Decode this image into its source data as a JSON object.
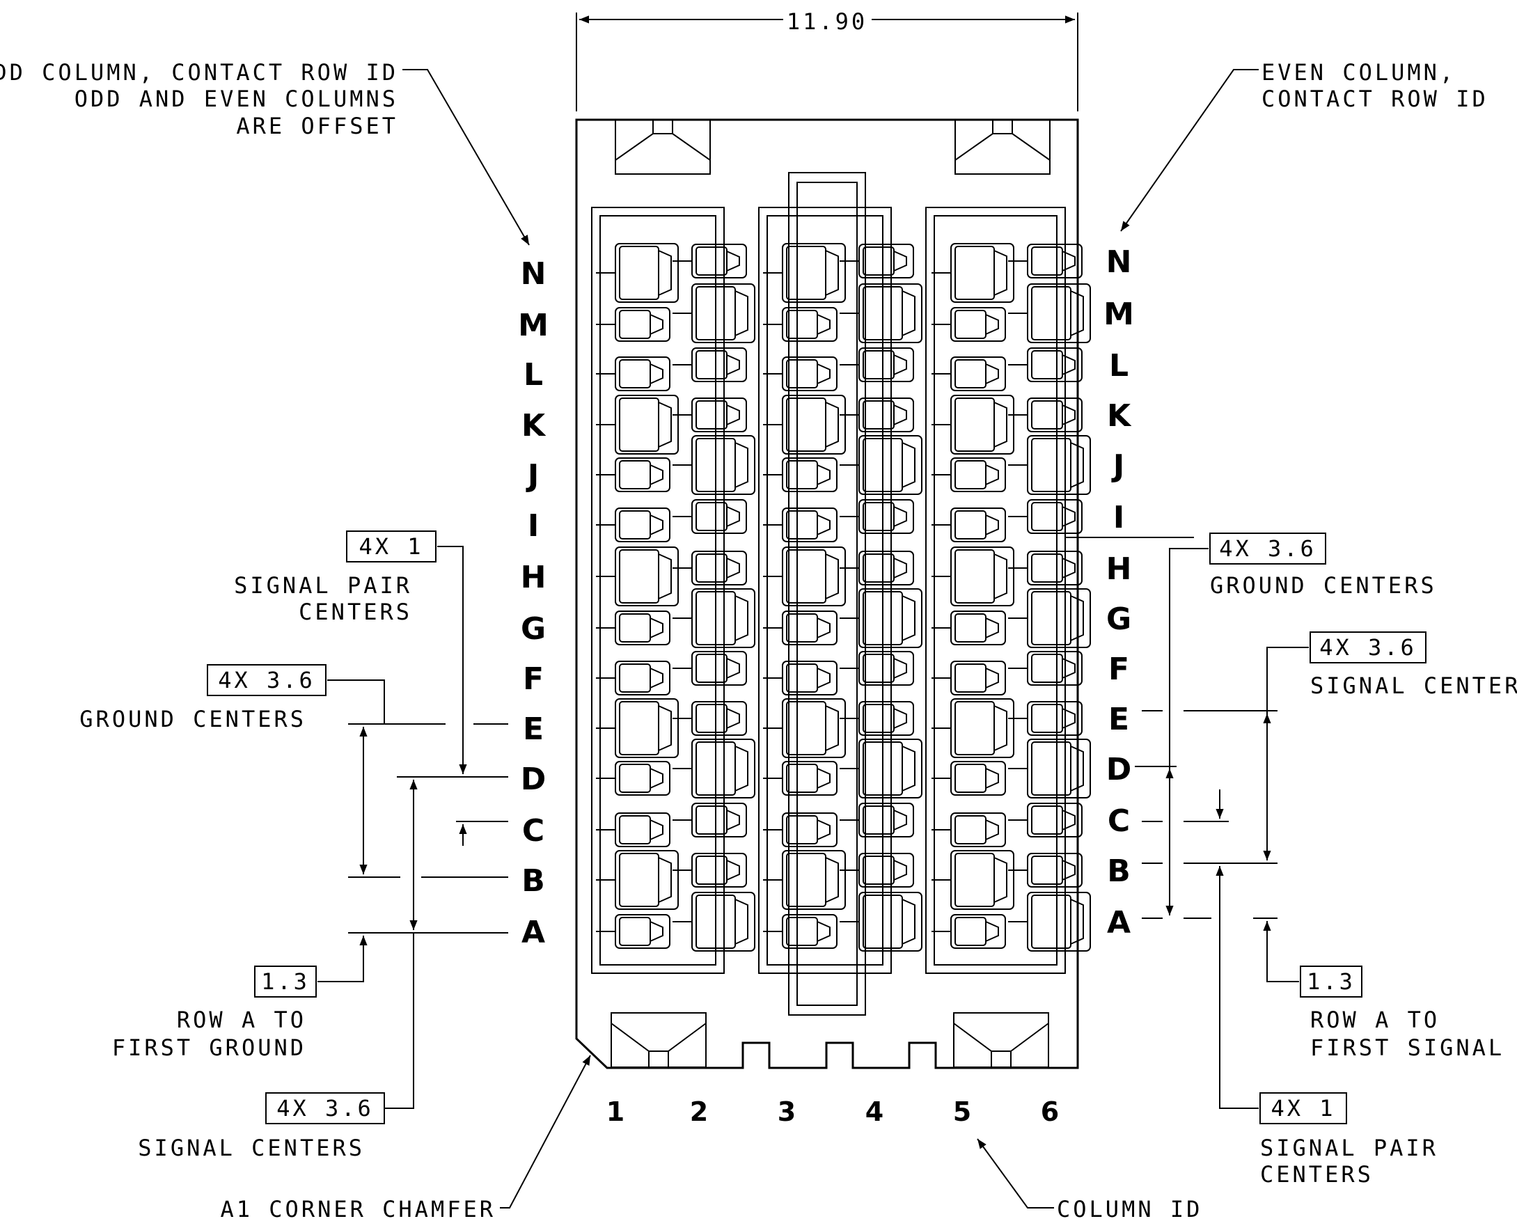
{
  "overall_dimension": "11.90",
  "row_ids": [
    "N",
    "M",
    "L",
    "K",
    "J",
    "I",
    "H",
    "G",
    "F",
    "E",
    "D",
    "C",
    "B",
    "A"
  ],
  "right_row_ids": [
    "N",
    "M",
    "L",
    "K",
    "J",
    "I",
    "H",
    "G",
    "F",
    "E",
    "D",
    "C",
    "B",
    "A"
  ],
  "column_ids": [
    "1",
    "2",
    "3",
    "4",
    "5",
    "6"
  ],
  "callouts": {
    "odd_column": [
      "ODD COLUMN, CONTACT ROW ID",
      "ODD AND EVEN COLUMNS",
      "ARE OFFSET"
    ],
    "even_column": [
      "EVEN COLUMN,",
      "CONTACT ROW ID"
    ],
    "chamfer": "A1 CORNER CHAMFER",
    "column_id": "COLUMN ID"
  },
  "dimensions": {
    "left_pair": {
      "box": "4X  1",
      "caption": [
        "SIGNAL PAIR",
        "CENTERS"
      ]
    },
    "left_ground": {
      "box": "4X  3.6",
      "caption": [
        "GROUND CENTERS"
      ]
    },
    "left_row_a": {
      "box": "1.3",
      "caption": [
        "ROW A TO",
        "FIRST GROUND"
      ]
    },
    "left_signal": {
      "box": "4X  3.6",
      "caption": [
        "SIGNAL CENTERS"
      ]
    },
    "right_ground": {
      "box": "4X  3.6",
      "caption": [
        "GROUND CENTERS"
      ]
    },
    "right_signal": {
      "box": "4X  3.6",
      "caption": [
        "SIGNAL CENTERS"
      ]
    },
    "right_row_a": {
      "box": "1.3",
      "caption": [
        "ROW A TO",
        "FIRST SIGNAL"
      ]
    },
    "right_pair": {
      "box": "4X  1",
      "caption": [
        "SIGNAL PAIR",
        "CENTERS"
      ]
    }
  },
  "stroke_color": "#000000"
}
